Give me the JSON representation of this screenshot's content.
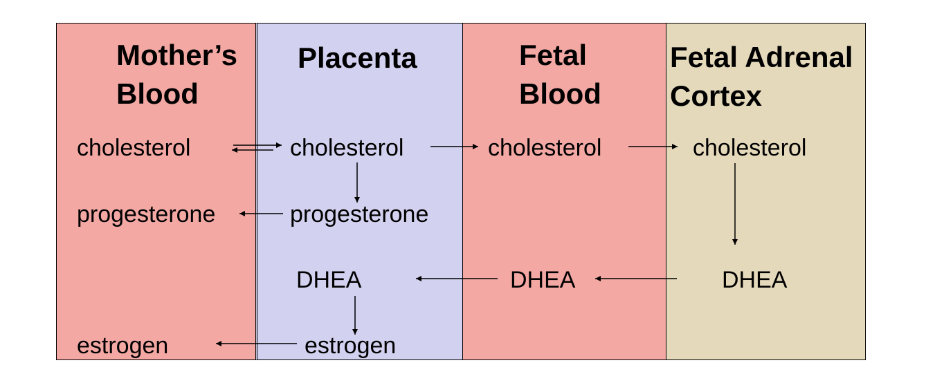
{
  "colors": {
    "mother": "#f3a8a4",
    "placenta": "#d2d1ef",
    "fetal": "#f3a8a4",
    "adrenal": "#e5d9bb",
    "line": "#000000"
  },
  "columns": {
    "mother": {
      "title": "Mother’s\nBlood"
    },
    "placenta": {
      "title": "Placenta"
    },
    "fetal": {
      "title": "Fetal\nBlood"
    },
    "adrenal": {
      "title": "Fetal Adrenal\nCortex"
    }
  },
  "labels": {
    "mother_cholesterol": "cholesterol",
    "mother_progesterone": "progesterone",
    "mother_estrogen": "estrogen",
    "placenta_cholesterol": "cholesterol",
    "placenta_progesterone": "progesterone",
    "placenta_dhea": "DHEA",
    "placenta_estrogen": "estrogen",
    "fetal_cholesterol": "cholesterol",
    "fetal_dhea": "DHEA",
    "adrenal_cholesterol": "cholesterol",
    "adrenal_dhea": "DHEA"
  }
}
